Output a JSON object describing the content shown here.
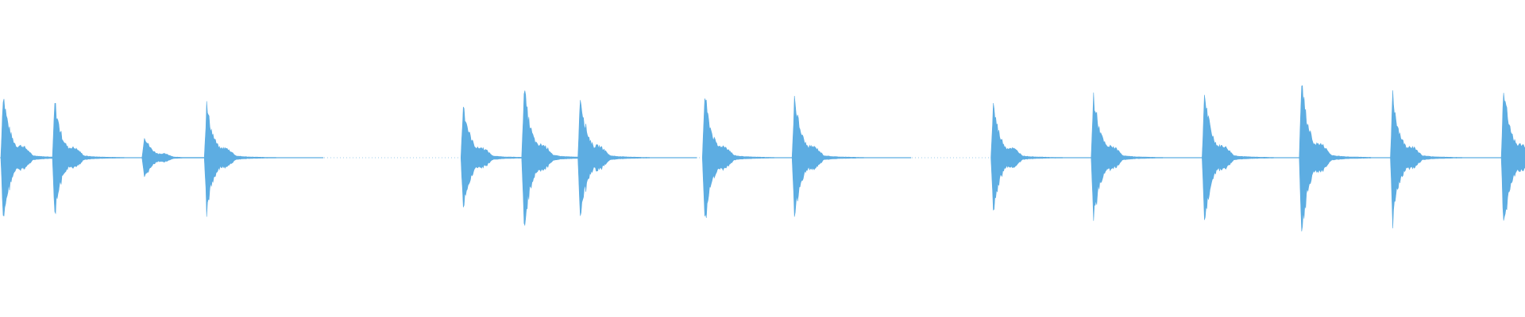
{
  "waveform": {
    "color": "#5DADE2",
    "background": "#FFFFFF",
    "transients": [
      {
        "time": 0.0,
        "amplitude": 0.82
      },
      {
        "time": 0.034,
        "amplitude": 0.7
      },
      {
        "time": 0.093,
        "amplitude": 0.28
      },
      {
        "time": 0.134,
        "amplitude": 0.66
      },
      {
        "time": 0.303,
        "amplitude": 0.68
      },
      {
        "time": 0.343,
        "amplitude": 0.88
      },
      {
        "time": 0.38,
        "amplitude": 0.8
      },
      {
        "time": 0.462,
        "amplitude": 0.8
      },
      {
        "time": 0.521,
        "amplitude": 0.77
      },
      {
        "time": 0.652,
        "amplitude": 0.67
      },
      {
        "time": 0.718,
        "amplitude": 0.78
      },
      {
        "time": 0.791,
        "amplitude": 0.81
      },
      {
        "time": 0.855,
        "amplitude": 0.95
      },
      {
        "time": 0.915,
        "amplitude": 0.77
      },
      {
        "time": 0.988,
        "amplitude": 0.9
      }
    ]
  }
}
